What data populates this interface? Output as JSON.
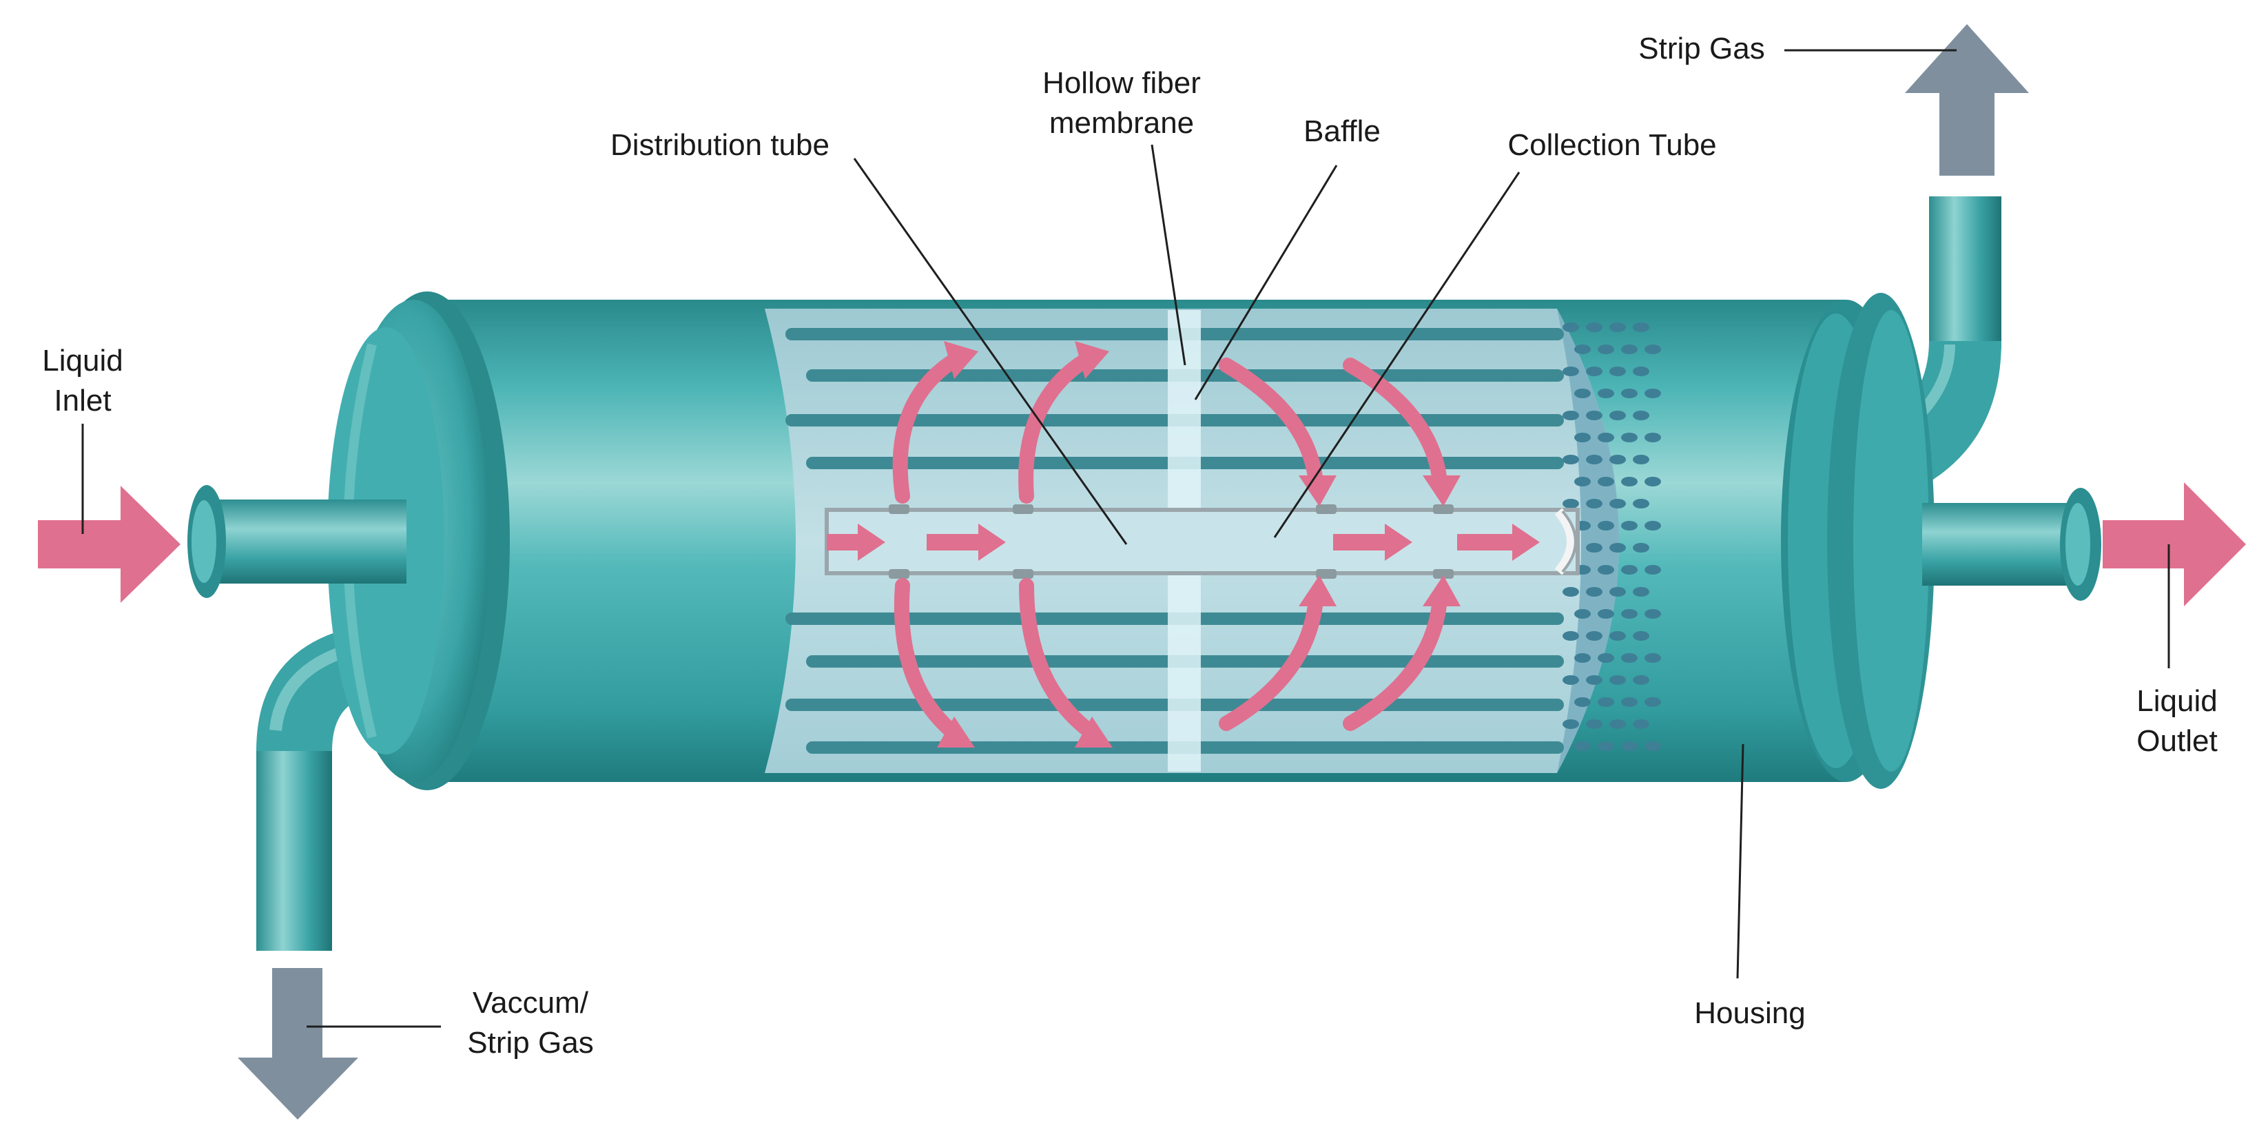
{
  "labels": {
    "liquid_inlet": [
      "Liquid",
      "Inlet"
    ],
    "distribution_tube": "Distribution tube",
    "hollow_fiber_membrane": [
      "Hollow fiber",
      "membrane"
    ],
    "baffle": "Baffle",
    "collection_tube": "Collection Tube",
    "strip_gas": "Strip Gas",
    "liquid_outlet": [
      "Liquid",
      "Outlet"
    ],
    "housing": "Housing",
    "vacuum_strip_gas": [
      "Vaccum/",
      "Strip Gas"
    ]
  },
  "colors": {
    "housing": "#3fa9ab",
    "housing_dark": "#2a8587",
    "housing_light": "#8fd3d2",
    "interior": "#b7d9e0",
    "fiber": "#3d8a94",
    "baffle": "#d9f0f6",
    "liquid_arrow": "#e0708f",
    "gas_arrow": "#7f8f9e"
  }
}
